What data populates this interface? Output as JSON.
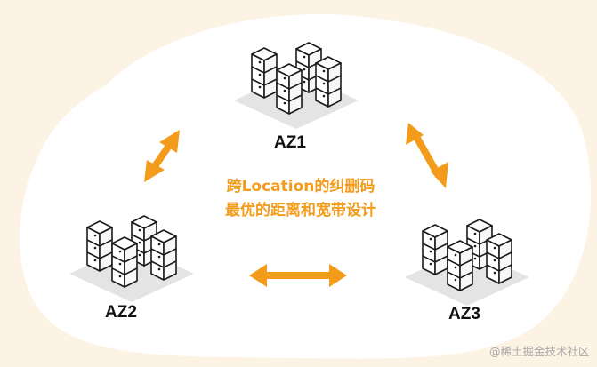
{
  "colors": {
    "background": "#fdf3e4",
    "blob": "#ffffff",
    "arrow": "#f39c1b",
    "caption": "#f39c1b",
    "server_stroke": "#1a1a1a",
    "platform": "#e4e4e4"
  },
  "nodes": [
    {
      "id": "az1",
      "label": "AZ1"
    },
    {
      "id": "az2",
      "label": "AZ2"
    },
    {
      "id": "az3",
      "label": "AZ3"
    }
  ],
  "caption": {
    "line1": "跨Location的纠删码",
    "line2": "最优的距离和宽带设计"
  },
  "arrows": [
    {
      "from": "az1",
      "to": "az2",
      "direction": "bidirectional"
    },
    {
      "from": "az1",
      "to": "az3",
      "direction": "bidirectional"
    },
    {
      "from": "az2",
      "to": "az3",
      "direction": "bidirectional"
    }
  ],
  "watermark": "@稀土掘金技术社区"
}
